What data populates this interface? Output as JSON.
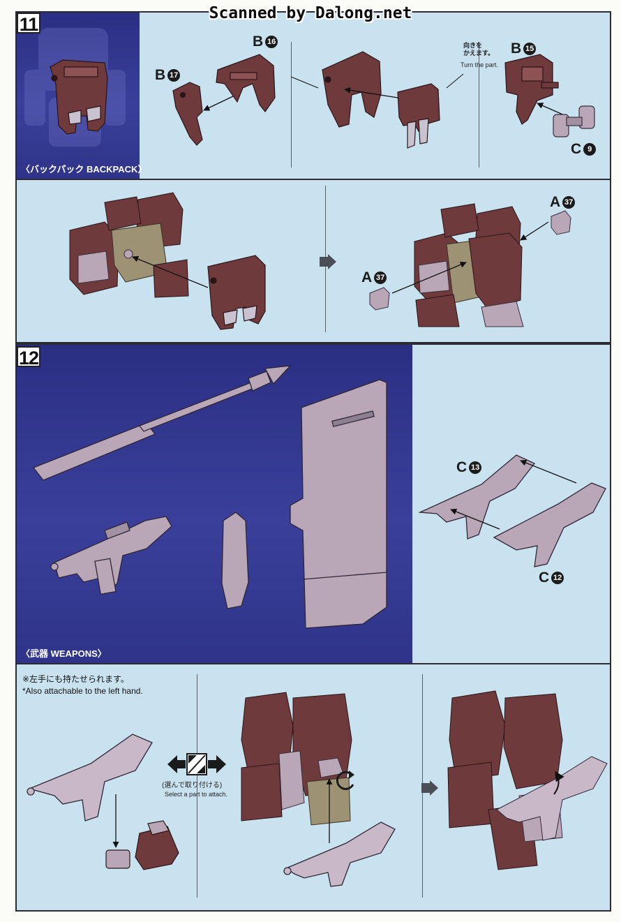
{
  "watermark": "Scanned by Dalong.net",
  "colors": {
    "panel_blue": "#c9e2f0",
    "navy": "#2f3489",
    "part_maroon": "#6e3a3c",
    "part_lavender": "#b9a7b8",
    "frame_dark": "#2b2b33"
  },
  "step11": {
    "number": "11",
    "section_title": "〈バックパック BACKPACK〉",
    "parts": {
      "b16": {
        "letter": "B",
        "num": "16"
      },
      "b17": {
        "letter": "B",
        "num": "17"
      },
      "b15": {
        "letter": "B",
        "num": "15"
      },
      "c9": {
        "letter": "C",
        "num": "9"
      }
    },
    "turn_note": {
      "jp": "向きを\nかえます。",
      "en": "Turn the part."
    },
    "lower_parts": {
      "a37_top": {
        "letter": "A",
        "num": "37"
      },
      "a37_left": {
        "letter": "A",
        "num": "37"
      }
    }
  },
  "step12": {
    "number": "12",
    "section_title": "〈武器 WEAPONS〉",
    "parts": {
      "c13": {
        "letter": "C",
        "num": "13"
      },
      "c12": {
        "letter": "C",
        "num": "12"
      }
    },
    "left_hand_note": {
      "jp": "※左手にも持たせられます。",
      "en": "*Also attachable to the left hand."
    },
    "select_note": {
      "jp": "(選んで取り付ける)",
      "en": "Select a part to attach."
    }
  },
  "icons": [
    "arrow-right-icon",
    "select-part-icon",
    "rotate-icon"
  ]
}
